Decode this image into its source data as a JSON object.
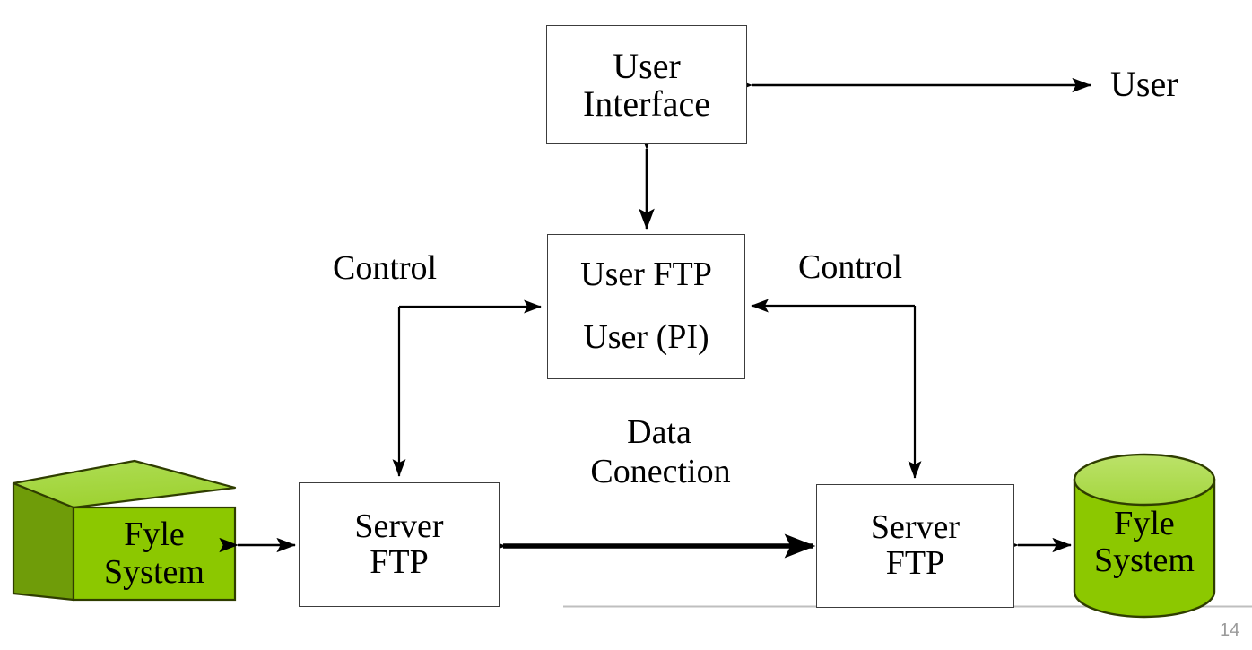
{
  "slide": {
    "page_number": "14",
    "background_color": "#ffffff"
  },
  "palette": {
    "stroke": "#3c3c3c",
    "arrow": "#000000",
    "text": "#000000",
    "shape_front": "#8CC800",
    "shape_top": "#A6D84A",
    "shape_side": "#6F9C09",
    "shape_outline": "#2f3d00",
    "rule_line": "#bfbfbf",
    "page_number_color": "#9a9a9a"
  },
  "nodes": {
    "user_interface": {
      "line1": "User",
      "line2": "Interface"
    },
    "user_ftp": {
      "line1": "User FTP",
      "line2": "User (PI)"
    },
    "server_ftp_left": {
      "line1": "Server",
      "line2": "FTP"
    },
    "server_ftp_right": {
      "line1": "Server",
      "line2": "FTP"
    },
    "file_system_left": {
      "line1": "Fyle",
      "line2": "System",
      "shape": "cube"
    },
    "file_system_right": {
      "line1": "Fyle",
      "line2": "System",
      "shape": "cylinder"
    }
  },
  "labels": {
    "user_actor": "User",
    "control_left": "Control",
    "control_right": "Control",
    "data_connection_line1": "Data",
    "data_connection_line2": "Conection"
  },
  "connectors": [
    {
      "name": "user-interface-to-user",
      "type": "double-arrow-horizontal"
    },
    {
      "name": "user-interface-to-user-ftp",
      "type": "double-arrow-vertical"
    },
    {
      "name": "control-left-path",
      "type": "elbow-arrow"
    },
    {
      "name": "control-right-path",
      "type": "elbow-arrow"
    },
    {
      "name": "data-connection",
      "type": "double-arrow-thick-horizontal"
    },
    {
      "name": "file-system-left-to-server",
      "type": "double-arrow-horizontal"
    },
    {
      "name": "file-system-right-to-server",
      "type": "double-arrow-horizontal"
    }
  ]
}
